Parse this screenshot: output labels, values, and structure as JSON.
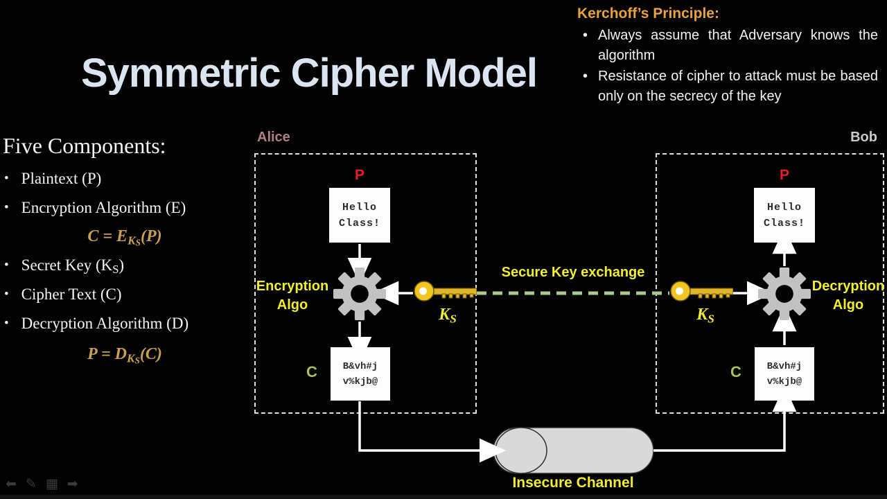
{
  "slide_title": "Symmetric Cipher Model",
  "kerchoff": {
    "heading": "Kerchoff’s Principle:",
    "bullet1": "Always assume that Adversary knows the algorithm",
    "bullet2": "Resistance of cipher to attack must be based only on the secrecy of the key"
  },
  "components": {
    "heading": "Five Components:",
    "plaintext": "Plaintext (P)",
    "encryption": "Encryption Algorithm (E)",
    "enc_formula": {
      "pre": "C = E",
      "sub": "K",
      "subsub": "S",
      "post": "(P)"
    },
    "secret_key": {
      "pre": "Secret Key (K",
      "sub": "S",
      "post": ")"
    },
    "cipher_text": "Cipher Text (C)",
    "decryption": "Decryption Algorithm (D)",
    "dec_formula": {
      "pre": "P = D",
      "sub": "K",
      "subsub": "S",
      "post": "(C)"
    }
  },
  "diagram": {
    "alice": "Alice",
    "bob": "Bob",
    "p_label": "P",
    "c_label": "C",
    "plaintext_msg_line1": "Hello",
    "plaintext_msg_line2": "Class!",
    "ciphertext_line1": "B&vh#j",
    "ciphertext_line2": "v%kjb@",
    "encryption_algo_line1": "Encryption",
    "encryption_algo_line2": "Algo",
    "decryption_algo_line1": "Decryption",
    "decryption_algo_line2": "Algo",
    "secure_key_exchange": "Secure Key exchange",
    "key_symbol": {
      "pre": "K",
      "sub": "S"
    },
    "insecure_channel": "Insecure Channel"
  },
  "toolbar": {
    "prev_icon": "⬅",
    "pen_icon": "✎",
    "slides_icon": "▦",
    "next_icon": "➡"
  },
  "colors": {
    "title": "#dbe5f2",
    "heading_orange": "#e8a33c",
    "accent_yellow": "#f0ee2e",
    "alice_label": "#b08080",
    "bob_label": "#c9c9c9",
    "plaintext_p": "#ea1c24",
    "ciphertext_c": "#a8c255",
    "formula_gold": "#c9a04e",
    "key_gold": "#f3c51f",
    "gear_gray": "#c2c2c2",
    "channel_gray": "#d9d9d9",
    "key_exchange_dash": "#a9c98f"
  }
}
